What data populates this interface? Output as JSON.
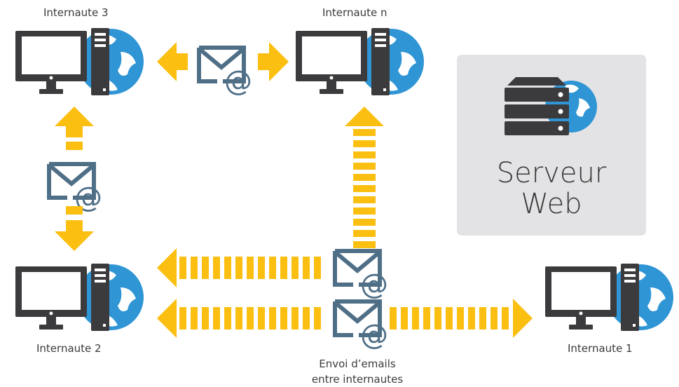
{
  "nodes": {
    "internaute3": "Internaute 3",
    "internaute_n": "Internaute n",
    "internaute2": "Internaute 2",
    "internaute1": "Internaute 1"
  },
  "server": {
    "line1": "Serveur",
    "line2": "Web"
  },
  "caption": {
    "line1": "Envoi d’emails",
    "line2": "entre internautes"
  },
  "colors": {
    "arrow": "#fbbf12",
    "monitor": "#3b3b3d",
    "globe": "#2f95d5",
    "envelope": "#4f6f87",
    "server_panel": "#e3e3e5"
  },
  "icons": [
    "computer-icon",
    "globe-icon",
    "email-icon",
    "server-icon",
    "arrow-icon"
  ]
}
